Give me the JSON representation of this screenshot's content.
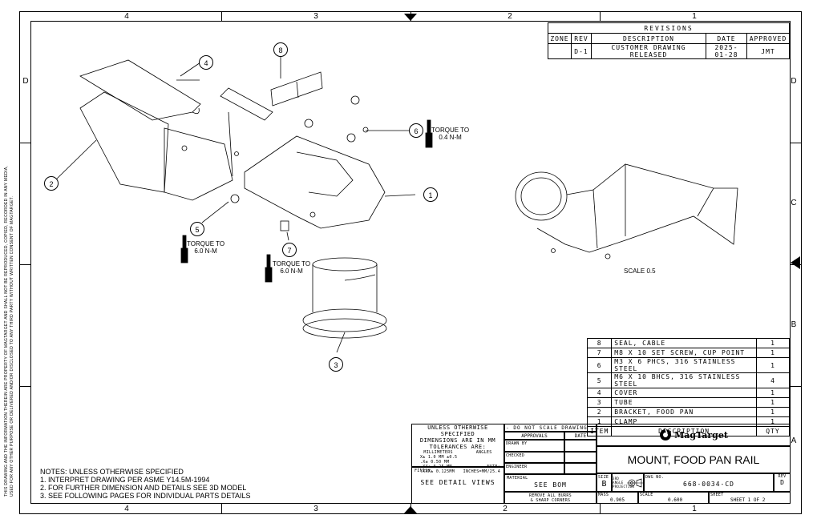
{
  "zones": {
    "columns": [
      "4",
      "3",
      "2",
      "1"
    ],
    "rows": [
      "D",
      "C",
      "B",
      "A"
    ]
  },
  "revisions": {
    "title": "REVISIONS",
    "headers": [
      "ZONE",
      "REV",
      "DESCRIPTION",
      "DATE",
      "APPROVED"
    ],
    "rows": [
      [
        "",
        "D-1",
        "CUSTOMER DRAWING RELEASED",
        "2025-01-28",
        "JMT"
      ]
    ]
  },
  "balloons": [
    "1",
    "2",
    "3",
    "4",
    "5",
    "6",
    "7",
    "8"
  ],
  "torque": {
    "t1_a": "TORQUE TO",
    "t1_b": "0.4 N-M",
    "t2_a": "TORQUE TO",
    "t2_b": "6.0 N-M",
    "t3_a": "TORQUE TO",
    "t3_b": "6.0 N-M"
  },
  "scale_label": "SCALE 0.5",
  "bom": {
    "rows": [
      [
        "8",
        "SEAL, CABLE",
        "1"
      ],
      [
        "7",
        "M8 X 10 SET SCREW, CUP POINT",
        "1"
      ],
      [
        "6",
        "M3 X 6 PHCS, 316 STAINLESS STEEL",
        "1"
      ],
      [
        "5",
        "M6 X 10 BHCS, 316 STAINLESS STEEL",
        "4"
      ],
      [
        "4",
        "COVER",
        "1"
      ],
      [
        "3",
        "TUBE",
        "1"
      ],
      [
        "2",
        "BRACKET, FOOD PAN",
        "1"
      ],
      [
        "1",
        "CLAMP",
        "1"
      ]
    ],
    "header": [
      "ITEM",
      "DESCRIPTION",
      "QTY"
    ]
  },
  "notes": {
    "title": "NOTES: UNLESS OTHERWISE SPECIFIED",
    "lines": [
      "1. INTERPRET DRAWING PER ASME Y14.5M-1994",
      "2. FOR FURTHER DIMENSION AND DETAILS SEE 3D MODEL",
      "3. SEE FOLLOWING PAGES FOR INDIVIDUAL PARTS DETAILS"
    ]
  },
  "tolerance": {
    "l1": "UNLESS OTHERWISE SPECIFIED",
    "l2": "DIMENSIONS ARE IN MM",
    "l3": "TOLERANCES ARE:",
    "mm_label": "MILLIMETERS",
    "ang_label": "ANGLES",
    "r1": "X± 1.0  MM   ±0.5",
    "r2": ".X± 0.50 MM",
    "r3": ".XX± 0.25 MM",
    "r4": ".XXX± 0.125MM",
    "note": "NOTE:",
    "inch": "INCHES=MM/25.4",
    "finish_label": "FINISH",
    "finish_value": "SEE DETAIL VIEWS"
  },
  "approvals": {
    "banner": "- DO NOT SCALE DRAWING -",
    "approvals": "APPROVALS",
    "date": "DATE",
    "drawn": "DRAWN BY",
    "checked": "CHECKED",
    "engineer": "ENGINEER",
    "material_label": "MATERIAL",
    "material_value": "SEE BOM",
    "burrs_1": "REMOVE ALL BURRS",
    "burrs_2": "& SHARP CORNERS"
  },
  "title_block": {
    "company": "MagTarget",
    "title": "MOUNT, FOOD PAN RAIL",
    "size_label": "SIZE",
    "size_value": "B",
    "projection": "3RD ANGLE PROJECTION",
    "dwg_label": "DWG NO.",
    "dwg_value": "668-0034-CD",
    "rev_label": "REV",
    "rev_value": "D",
    "mass_label": "MASS",
    "mass_value": "0.905",
    "scale_label": "SCALE",
    "scale_value": "0.600",
    "sheet_label": "SHEET",
    "sheet_value": "SHEET 1 OF 2"
  },
  "side_text": "THIS DRAWING AND THE INFORMATION THEREIN ARE PROPERTY OF MAGTARGET AND SHALL NOT BE REPRODUCED, COPIED, RECORDED IN ANY MEDIA, USED FOR ANY OTHER PURPOSE OR DELIVERED AND/OR DISCLOSED TO ANY THIRD PARTY WITHOUT WRITTEN CONSENT OF MAGTARGET."
}
